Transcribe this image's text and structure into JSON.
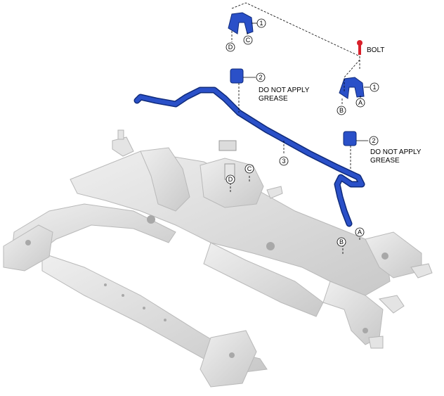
{
  "callouts": {
    "one_a": "1",
    "one_b": "1",
    "two_a": "2",
    "two_b": "2",
    "three": "3"
  },
  "markers": {
    "a_upper": "A",
    "a_lower": "A",
    "b_upper": "B",
    "b_lower": "B",
    "c_upper": "C",
    "c_lower": "C",
    "d_upper": "D",
    "d_lower": "D"
  },
  "labels": {
    "bolt": "BOLT",
    "grease_1_line1": "DO NOT APPLY",
    "grease_1_line2": "GREASE",
    "grease_2_line1": "DO NOT APPLY",
    "grease_2_line2": "GREASE"
  },
  "colors": {
    "stabilizer_blue": "#1d3fae",
    "bolt_red": "#d8202a",
    "frame_gray": "#d9d9d9"
  }
}
